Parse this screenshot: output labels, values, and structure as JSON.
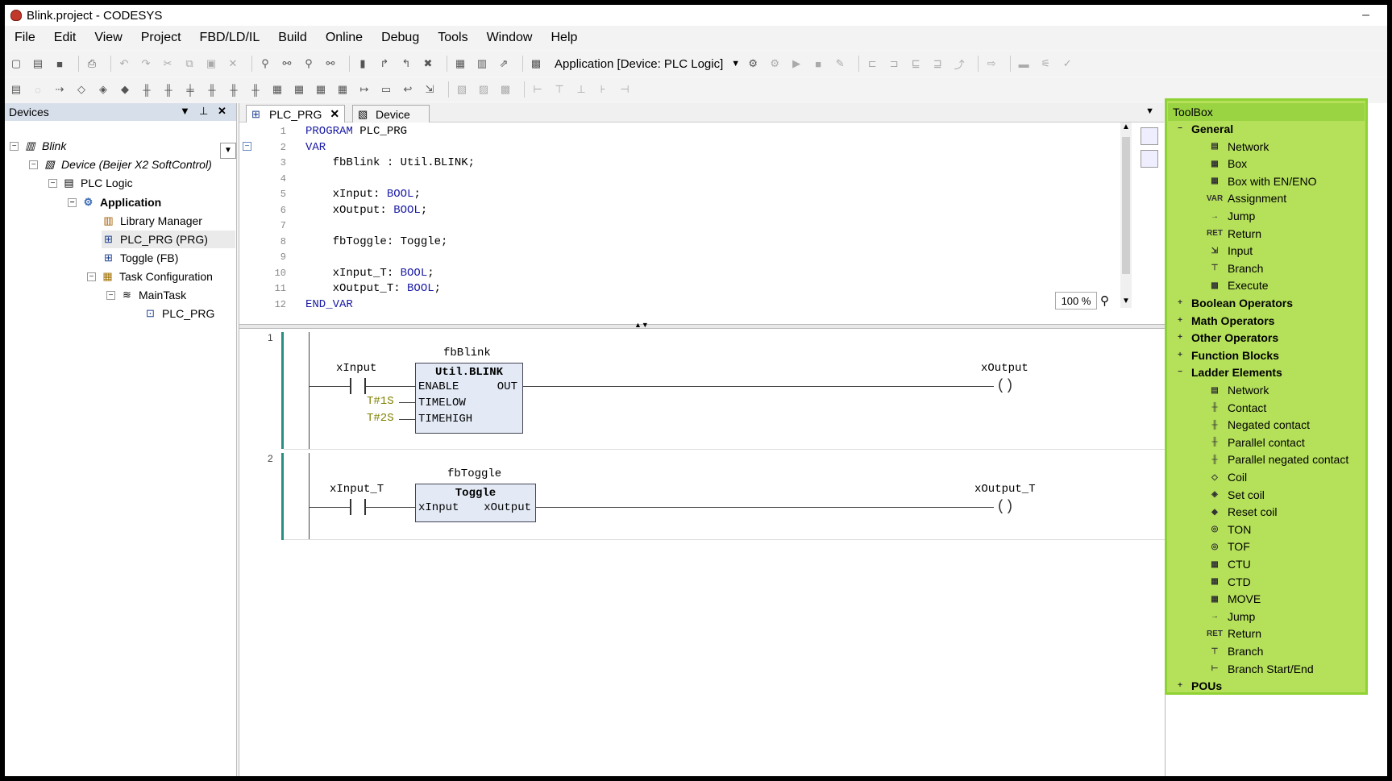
{
  "window": {
    "title": "Blink.project - CODESYS",
    "minimize": "–"
  },
  "menu": [
    "File",
    "Edit",
    "View",
    "Project",
    "FBD/LD/IL",
    "Build",
    "Online",
    "Debug",
    "Tools",
    "Window",
    "Help"
  ],
  "toolbar": {
    "app_selector": "Application [Device: PLC Logic]"
  },
  "devices": {
    "title": "Devices",
    "items": [
      {
        "label": "Blink",
        "icon": "project-icon"
      },
      {
        "label": "Device (Beijer X2 SoftControl)",
        "icon": "device-icon"
      },
      {
        "label": "PLC Logic",
        "icon": "plc-logic-icon"
      },
      {
        "label": "Application",
        "icon": "application-gear-icon"
      },
      {
        "label": "Library Manager",
        "icon": "library-icon"
      },
      {
        "label": "PLC_PRG (PRG)",
        "icon": "pou-icon"
      },
      {
        "label": "Toggle (FB)",
        "icon": "pou-icon"
      },
      {
        "label": "Task Configuration",
        "icon": "task-config-icon"
      },
      {
        "label": "MainTask",
        "icon": "task-icon"
      },
      {
        "label": "PLC_PRG",
        "icon": "program-call-icon"
      }
    ]
  },
  "tabs": [
    {
      "label": "PLC_PRG",
      "active": true
    },
    {
      "label": "Device",
      "active": false
    }
  ],
  "code": {
    "lines": [
      {
        "n": "1",
        "text": "PROGRAM PLC_PRG"
      },
      {
        "n": "2",
        "text": "VAR"
      },
      {
        "n": "3",
        "text": "    fbBlink : Util.BLINK;"
      },
      {
        "n": "4",
        "text": ""
      },
      {
        "n": "5",
        "text": "    xInput: BOOL;"
      },
      {
        "n": "6",
        "text": "    xOutput: BOOL;"
      },
      {
        "n": "7",
        "text": ""
      },
      {
        "n": "8",
        "text": "    fbToggle: Toggle;"
      },
      {
        "n": "9",
        "text": ""
      },
      {
        "n": "10",
        "text": "    xInput_T: BOOL;"
      },
      {
        "n": "11",
        "text": "    xOutput_T: BOOL;"
      },
      {
        "n": "12",
        "text": "END_VAR"
      }
    ],
    "zoom": "100 %"
  },
  "ladder": {
    "network1": {
      "number": "1",
      "instance": "fbBlink",
      "contact": "xInput",
      "fb_type": "Util.BLINK",
      "inputs": [
        "ENABLE",
        "TIMELOW",
        "TIMEHIGH"
      ],
      "output": "OUT",
      "consts": [
        "T#1S",
        "T#2S"
      ],
      "coil": "xOutput"
    },
    "network2": {
      "number": "2",
      "instance": "fbToggle",
      "contact": "xInput_T",
      "fb_type": "Toggle",
      "input": "xInput",
      "output": "xOutput",
      "coil": "xOutput_T"
    }
  },
  "toolbox": {
    "title": "ToolBox",
    "general": {
      "label": "General",
      "items": [
        "Network",
        "Box",
        "Box with EN/ENO",
        "Assignment",
        "Jump",
        "Return",
        "Input",
        "Branch",
        "Execute"
      ]
    },
    "collapsed_groups": [
      "Boolean Operators",
      "Math Operators",
      "Other Operators",
      "Function Blocks"
    ],
    "ladder": {
      "label": "Ladder Elements",
      "items": [
        "Network",
        "Contact",
        "Negated contact",
        "Parallel contact",
        "Parallel negated contact",
        "Coil",
        "Set coil",
        "Reset coil",
        "TON",
        "TOF",
        "CTU",
        "CTD",
        "MOVE",
        "Jump",
        "Return",
        "Branch",
        "Branch Start/End"
      ]
    },
    "pous": "POUs"
  },
  "colors": {
    "highlight": "#b5e05a",
    "panel_header": "#d7dfea",
    "keyword": "#1a1aa6",
    "fb_fill": "#e3eaf6",
    "rail_marker": "#2a8f7f"
  }
}
